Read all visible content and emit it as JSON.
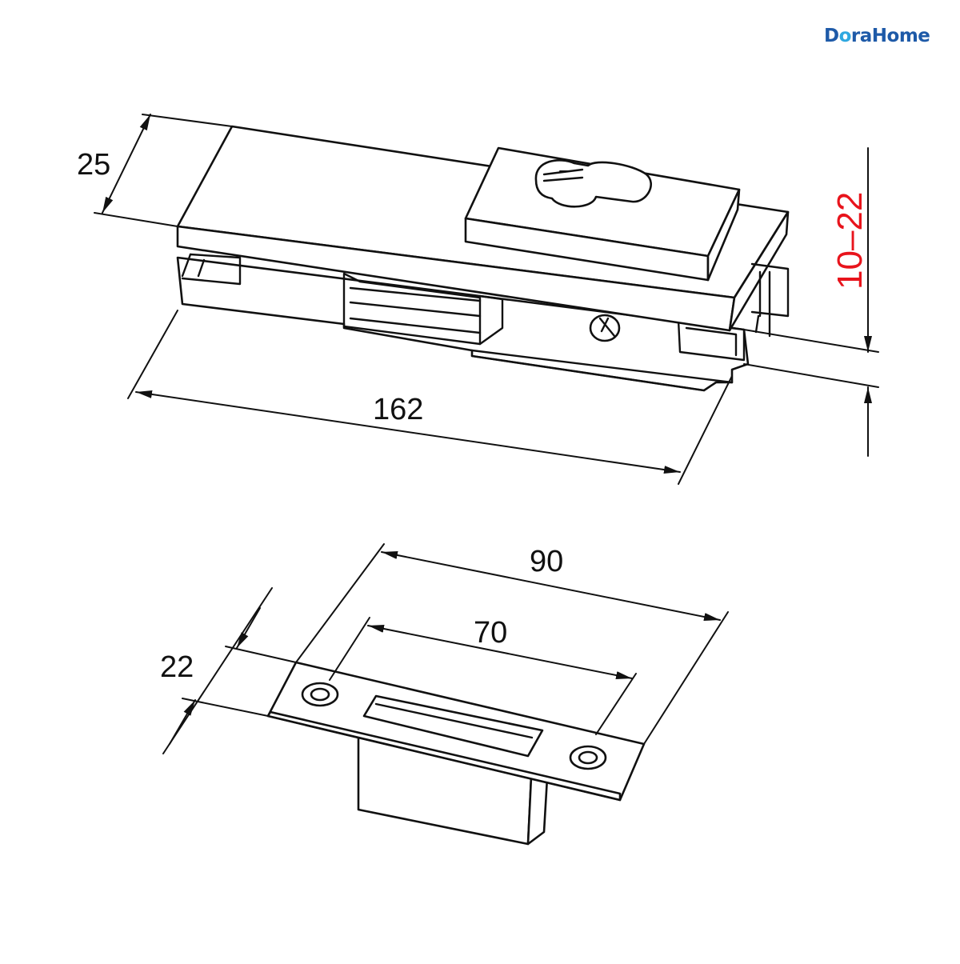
{
  "brand": {
    "name_part1": "D",
    "name_part2": "raHome",
    "color": "#1e5aa8",
    "accent": "#2fa8e0"
  },
  "dimensions": {
    "lock_height": "25",
    "lock_length": "162",
    "glass_thickness": "10–22",
    "strike_length": "90",
    "strike_slot": "70",
    "strike_width": "22"
  },
  "colors": {
    "line": "#111111",
    "highlight": "#e8141c"
  }
}
